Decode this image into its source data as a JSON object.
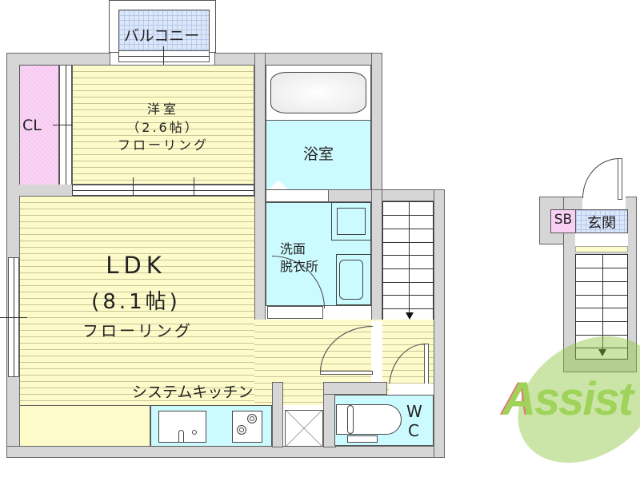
{
  "floorplan": {
    "rooms": {
      "balcony": {
        "label": "バルコニー"
      },
      "closet": {
        "label": "CL"
      },
      "western_room": {
        "name": "洋室",
        "size": "（2.6帖）",
        "flooring": "フローリング"
      },
      "bathroom": {
        "label": "浴室"
      },
      "washroom": {
        "line1": "洗面",
        "line2": "脱衣所"
      },
      "ldk": {
        "name": "LDK",
        "size": "(8.1帖)",
        "flooring": "フローリング"
      },
      "kitchen": {
        "label": "システムキッチン"
      },
      "toilet": {
        "line1": "W",
        "line2": "C"
      },
      "shoe_box": {
        "label": "SB"
      },
      "entrance": {
        "label": "玄関"
      }
    },
    "colors": {
      "wall": "#d6d6d6",
      "flooring": "#fdfbc9",
      "wet_area": "#ccfbff",
      "closet": "#f7c9f2",
      "balcony": "#dbe7fb",
      "logo_green": "#8cc63f",
      "logo_red": "#e8707a"
    }
  },
  "watermark": {
    "text_first": "A",
    "text_rest": "ssist"
  }
}
